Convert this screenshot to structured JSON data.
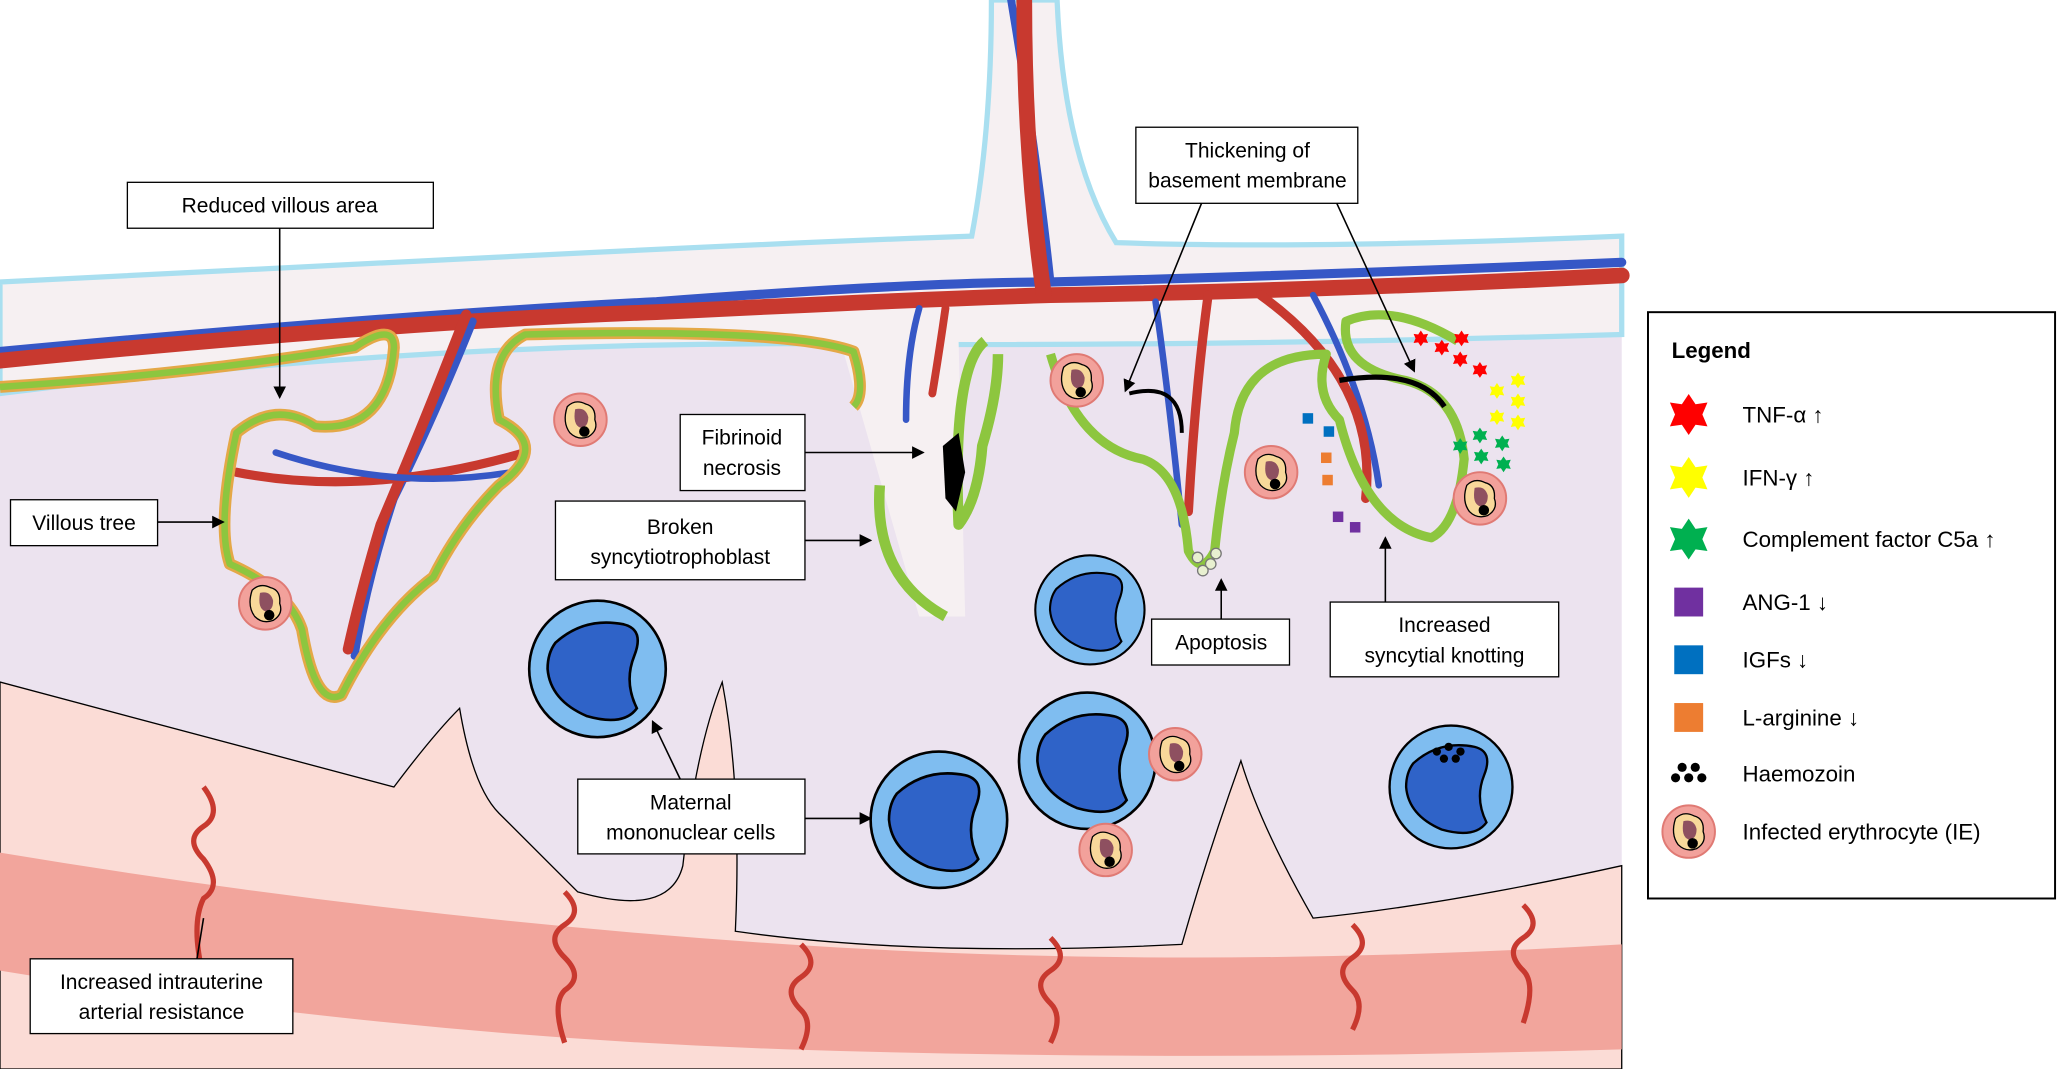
{
  "labels": {
    "reduced_villous_area": "Reduced villous area",
    "villous_tree": "Villous tree",
    "fibrinoid_1": "Fibrinoid",
    "fibrinoid_2": "necrosis",
    "broken_1": "Broken",
    "broken_2": "syncytiotrophoblast",
    "thickening_1": "Thickening of",
    "thickening_2": "basement membrane",
    "apoptosis": "Apoptosis",
    "knotting_1": "Increased",
    "knotting_2": "syncytial knotting",
    "maternal_1": "Maternal",
    "maternal_2": "mononuclear cells",
    "resistance_1": "Increased intrauterine",
    "resistance_2": "arterial resistance"
  },
  "legend": {
    "title": "Legend",
    "items": [
      {
        "label": "TNF-α ↑",
        "icon": "star",
        "color": "#ff0000"
      },
      {
        "label": "IFN-γ ↑",
        "icon": "star",
        "color": "#ffff00"
      },
      {
        "label": "Complement factor C5a ↑",
        "icon": "star",
        "color": "#00b050"
      },
      {
        "label": "ANG-1 ↓",
        "icon": "square",
        "color": "#7030a0"
      },
      {
        "label": "IGFs ↓",
        "icon": "square",
        "color": "#0070c0"
      },
      {
        "label": "L-arginine ↓",
        "icon": "square",
        "color": "#ed7d31"
      },
      {
        "label": "Haemozoin",
        "icon": "dots",
        "color": "#000000"
      },
      {
        "label": "Infected erythrocyte (IE)",
        "icon": "erythrocyte",
        "color": "#f4a09a"
      }
    ]
  }
}
